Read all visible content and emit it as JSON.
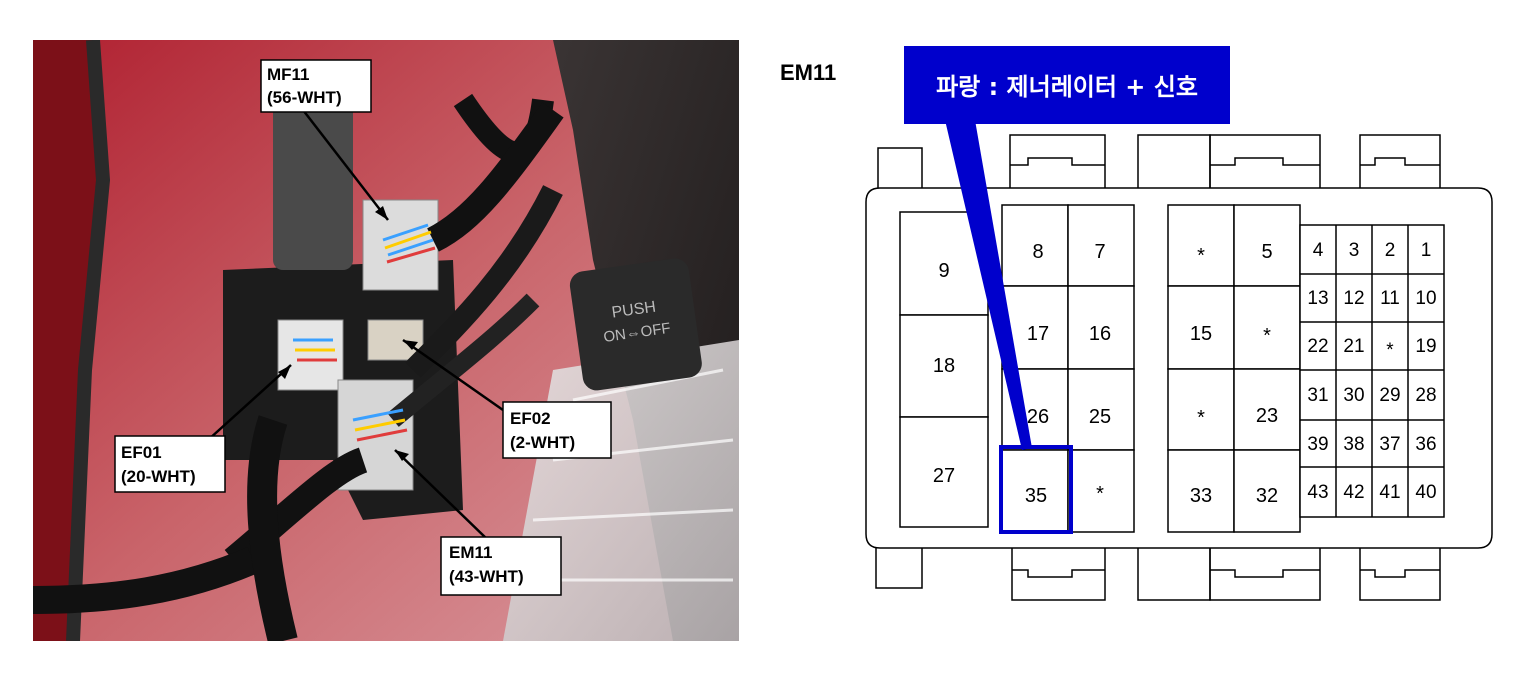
{
  "photo": {
    "callouts": [
      {
        "id": "mf11",
        "name": "MF11",
        "detail": "(56-WHT)"
      },
      {
        "id": "ef01",
        "name": "EF01",
        "detail": "(20-WHT)"
      },
      {
        "id": "ef02",
        "name": "EF02",
        "detail": "(2-WHT)"
      },
      {
        "id": "em11",
        "name": "EM11",
        "detail": "(43-WHT)"
      }
    ],
    "switch_label_1": "PUSH",
    "switch_label_2": "ON⇔OFF"
  },
  "diagram": {
    "title": "EM11",
    "banner": "파랑 : 제너레이터 + 신호",
    "highlight_color": "#0000cc",
    "highlighted_pin": "35",
    "left_column": [
      "9",
      "18",
      "27"
    ],
    "block_a": [
      [
        "8",
        "7"
      ],
      [
        "17",
        "16"
      ],
      [
        "26",
        "25"
      ],
      [
        "35",
        "*"
      ]
    ],
    "block_b": [
      [
        "*",
        "5"
      ],
      [
        "15",
        "*"
      ],
      [
        "*",
        "23"
      ],
      [
        "33",
        "32"
      ]
    ],
    "block_c": [
      [
        "4",
        "3",
        "2",
        "1"
      ],
      [
        "13",
        "12",
        "11",
        "10"
      ],
      [
        "22",
        "21",
        "*",
        "19"
      ],
      [
        "31",
        "30",
        "29",
        "28"
      ],
      [
        "39",
        "38",
        "37",
        "36"
      ],
      [
        "43",
        "42",
        "41",
        "40"
      ]
    ]
  }
}
